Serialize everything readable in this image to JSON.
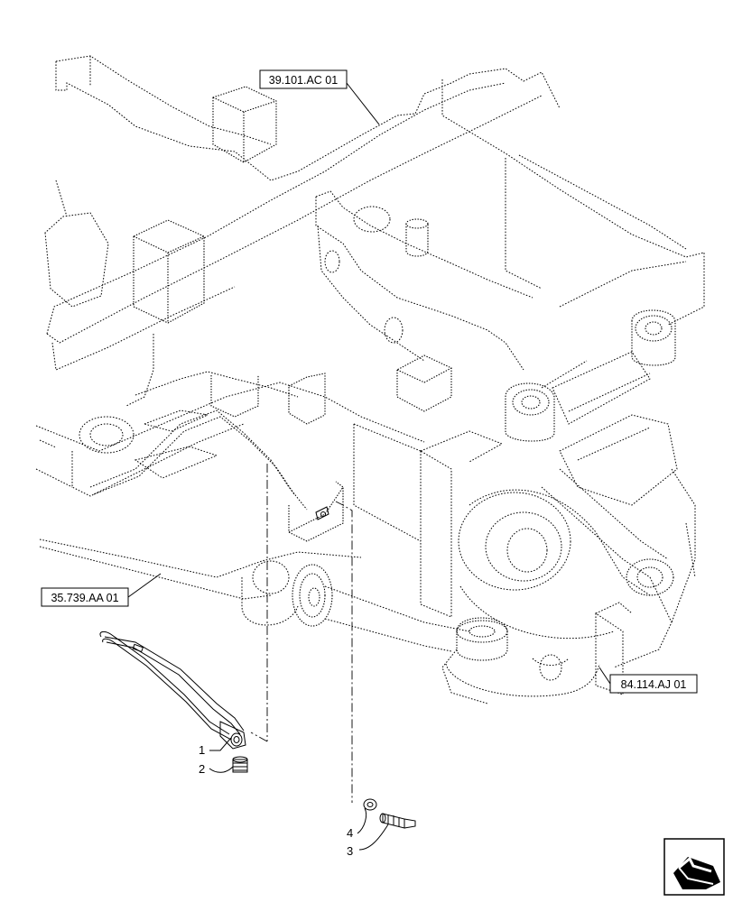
{
  "references": {
    "frame": "39.101.AC 01",
    "axle": "35.739.AA 01",
    "oscillation": "84.114.AJ 01"
  },
  "callouts": {
    "item1": "1",
    "item2": "2",
    "item3": "3",
    "item4": "4"
  },
  "icons": {
    "nav": "previous-page-arrow-icon"
  },
  "colors": {
    "line": "#000000",
    "background": "#ffffff"
  }
}
